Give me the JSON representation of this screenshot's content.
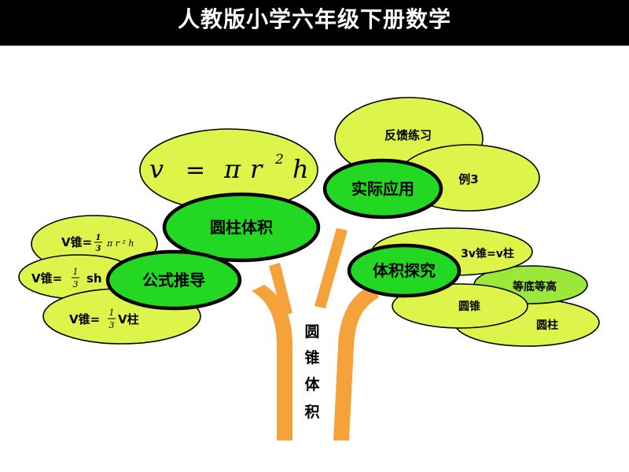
{
  "header": {
    "title": "人教版小学六年级下册数学"
  },
  "trunk": {
    "chars": [
      "圆",
      "锥",
      "体",
      "积"
    ]
  },
  "colors": {
    "leaf": "#ddf54a",
    "node": "#22d822",
    "leaf_alt": "#9be83a",
    "branch": "#f5a23a"
  },
  "nodes": {
    "cylinder_volume": "圆柱体积",
    "formula_derivation": "公式推导",
    "application": "实际应用",
    "volume_explore": "体积探究"
  },
  "formula": {
    "v": "v",
    "eq": "=",
    "pi": "π",
    "r": "r",
    "exp": "2",
    "h": "h"
  },
  "leaves": {
    "feedback": "反馈练习",
    "example3": "例3",
    "relation": "3v锥=v柱",
    "equal_base_height": "等底等高",
    "cone": "圆锥",
    "cylinder": "圆柱",
    "l1_prefix": "V锥=",
    "l1_num": "1",
    "l1_den": "3",
    "l1_rest": "π r ² h",
    "l2_prefix": "V锥=",
    "l2_num": "1",
    "l2_den": "3",
    "l2_rest": "sh",
    "l3_prefix": "V锥=",
    "l3_num": "1",
    "l3_den": "3",
    "l3_rest": "V柱"
  }
}
